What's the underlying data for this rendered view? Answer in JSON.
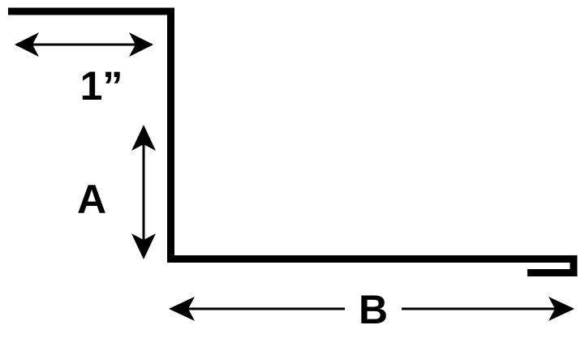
{
  "labels": {
    "top_flange": "1”",
    "height": "A",
    "width": "B"
  },
  "colors": {
    "line": "#000000",
    "background": "#ffffff"
  }
}
